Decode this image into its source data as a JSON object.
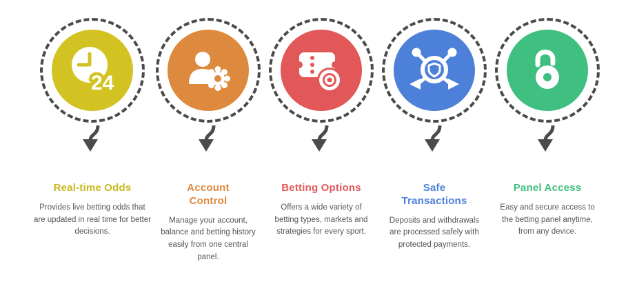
{
  "infographic": {
    "items": [
      {
        "title": "Real-time Odds",
        "description": "Provides live betting odds that are updated in real time for better decisions.",
        "color": "#d3c322",
        "icon": "clock-24-icon"
      },
      {
        "title": "Account Control",
        "description": "Manage your account, balance and betting history easily from one central panel.",
        "color": "#dd8a3e",
        "icon": "user-settings-icon"
      },
      {
        "title": "Betting Options",
        "description": "Offers a wide variety of betting types, markets and strategies for every sport.",
        "color": "#e25757",
        "icon": "betting-ticket-ball-icon"
      },
      {
        "title": "Safe Transactions",
        "description": "Deposits and withdrawals are processed safely with protected payments.",
        "color": "#4d80d8",
        "icon": "shield-network-icon"
      },
      {
        "title": "Panel Access",
        "description": "Easy and secure access to the betting panel anytime, from any device.",
        "color": "#3fbf80",
        "icon": "unlock-icon"
      }
    ]
  }
}
